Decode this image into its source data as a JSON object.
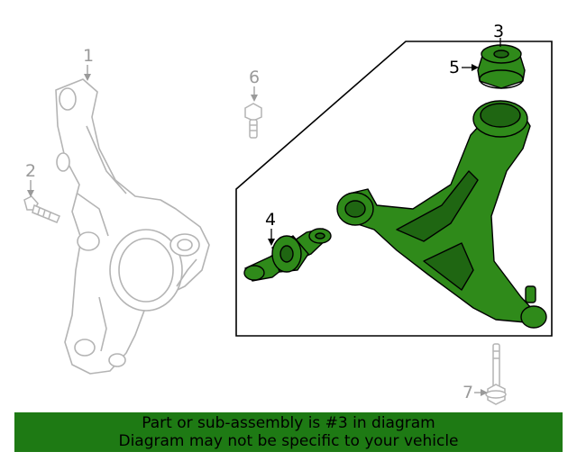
{
  "callouts": {
    "c1": "1",
    "c2": "2",
    "c3": "3",
    "c4": "4",
    "c5": "5",
    "c6": "6",
    "c7": "7"
  },
  "banner": {
    "line1": "Part or sub-assembly is #3 in diagram",
    "line2": "Diagram may not be specific to your vehicle"
  },
  "colors": {
    "highlight_part": "#2f8a1a",
    "banner_bg": "#1e7a14",
    "ghost_line": "#b4b4b4",
    "frame": "#000000"
  },
  "icons": {
    "steering_knuckle": "knuckle-drawing",
    "bolt": "bolt-drawing",
    "control_arm": "control-arm-drawing",
    "bushing": "bushing-drawing"
  }
}
